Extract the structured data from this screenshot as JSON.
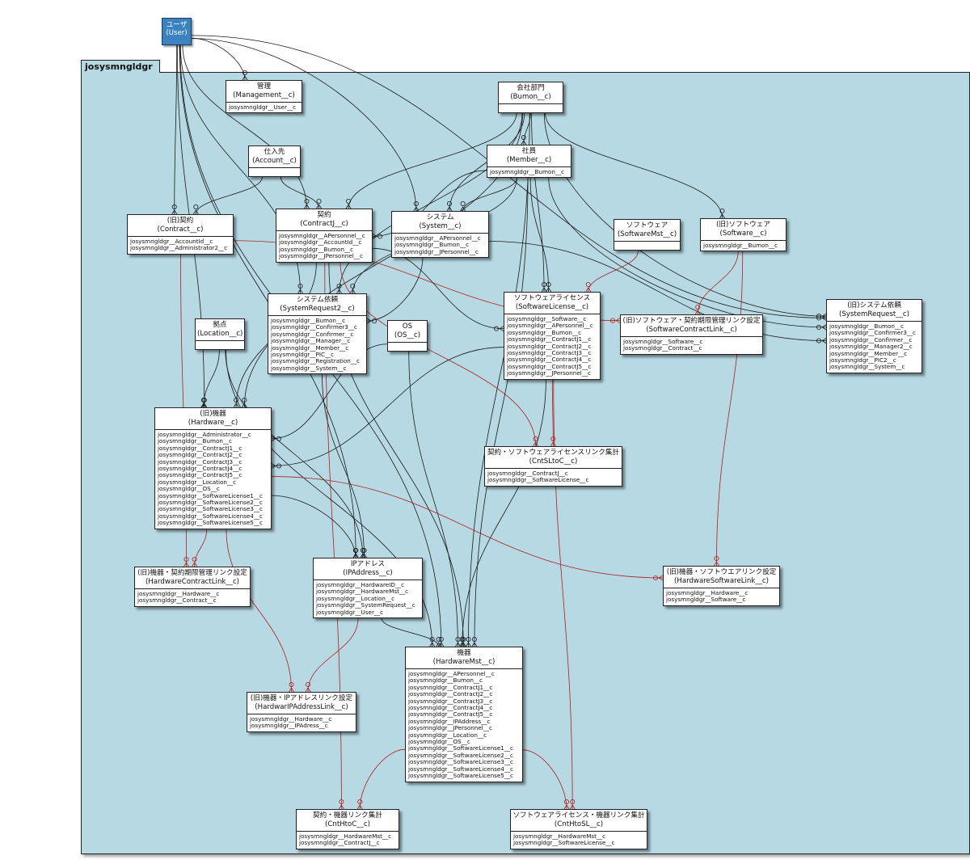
{
  "package": {
    "name": "josysmngldgr"
  },
  "user": {
    "title": "ユーザ",
    "api": "(User)"
  },
  "entities": [
    {
      "id": "management",
      "title": "管理",
      "api": "(Management__c)",
      "fields": [
        "josysmngldgr__User__c"
      ]
    },
    {
      "id": "bumon",
      "title": "会社部門",
      "api": "(Bumon__c)",
      "fields": []
    },
    {
      "id": "account",
      "title": "仕入先",
      "api": "(Account__c)",
      "fields": []
    },
    {
      "id": "member",
      "title": "社員",
      "api": "(Member__c)",
      "fields": [
        "josysmngldgr__Bumon__c"
      ]
    },
    {
      "id": "contract",
      "title": "(旧)契約",
      "api": "(Contract__c)",
      "fields": [
        "josysmngldgr__AccountId__c",
        "josysmngldgr__Administrator2__c"
      ]
    },
    {
      "id": "contractj",
      "title": "契約",
      "api": "(ContractJ__c)",
      "fields": [
        "josysmngldgr__APersonnel__c",
        "josysmngldgr__AccountId__c",
        "josysmngldgr__Bumon__c",
        "josysmngldgr__JPersonnel__c"
      ]
    },
    {
      "id": "system",
      "title": "システム",
      "api": "(System__c)",
      "fields": [
        "josysmngldgr__APersonnel__c",
        "josysmngldgr__Bumon__c",
        "josysmngldgr__JPersonnel__c"
      ]
    },
    {
      "id": "softwaremst",
      "title": "ソフトウェア",
      "api": "(SoftwareMst__c)",
      "fields": []
    },
    {
      "id": "software",
      "title": "(旧)ソフトウェア",
      "api": "(Software__c)",
      "fields": [
        "josysmngldgr__Bumon__c"
      ]
    },
    {
      "id": "systemrequest2",
      "title": "システム依頼",
      "api": "(SystemRequest2__c)",
      "fields": [
        "josysmngldgr__Bumon__c",
        "josysmngldgr__Confirmer3__c",
        "josysmngldgr__Confirmer__c",
        "josysmngldgr__Manager__c",
        "josysmngldgr__Member__c",
        "josysmngldgr__PIC__c",
        "josysmngldgr__Registration__c",
        "josysmngldgr__System__c"
      ]
    },
    {
      "id": "softwarelicense",
      "title": "ソフトウェアライセンス",
      "api": "(SoftwareLicense__c)",
      "fields": [
        "josysmngldgr__Software__c",
        "josysmngldgr__APersonnel__c",
        "josysmngldgr__Bumon__c",
        "josysmngldgr__ContractJ1__c",
        "josysmngldgr__ContractJ2__c",
        "josysmngldgr__ContractJ3__c",
        "josysmngldgr__ContractJ4__c",
        "josysmngldgr__ContractJ5__c",
        "josysmngldgr__JPersonnel__c"
      ]
    },
    {
      "id": "softwarecontractlink",
      "title": "(旧)ソフトウェア・契約期限管理リンク設定",
      "api": "(SoftwareContractLink__c)",
      "fields": [
        "josysmngldgr__Software__c",
        "josysmngldgr__Contract__c"
      ]
    },
    {
      "id": "systemrequest",
      "title": "(旧)システム依頼",
      "api": "(SystemRequest__c)",
      "fields": [
        "josysmngldgr__Bumon__c",
        "josysmngldgr__Confirmer3__c",
        "josysmngldgr__Confirmer__c",
        "josysmngldgr__Manager2__c",
        "josysmngldgr__Member__c",
        "josysmngldgr__PIC2__c",
        "josysmngldgr__System__c"
      ]
    },
    {
      "id": "location",
      "title": "拠点",
      "api": "(Location__c)",
      "fields": []
    },
    {
      "id": "os",
      "title": "OS",
      "api": "(OS__c)",
      "fields": []
    },
    {
      "id": "hardware",
      "title": "(旧)機器",
      "api": "(Hardware__c)",
      "fields": [
        "josysmngldgr__Administrator__c",
        "josysmngldgr__Bumon__c",
        "josysmngldgr__ContractJ1__c",
        "josysmngldgr__ContractJ2__c",
        "josysmngldgr__ContractJ3__c",
        "josysmngldgr__ContractJ4__c",
        "josysmngldgr__ContractJ5__c",
        "josysmngldgr__Location__c",
        "josysmngldgr__OS__c",
        "josysmngldgr__SoftwareLicense1__c",
        "josysmngldgr__SoftwareLicense2__c",
        "josysmngldgr__SoftwareLicense3__c",
        "josysmngldgr__SoftwareLicense4__c",
        "josysmngldgr__SoftwareLicense5__c"
      ]
    },
    {
      "id": "cntslto",
      "title": "契約・ソフトウェアライセンスリンク集計",
      "api": "(CntSLtoC__c)",
      "fields": [
        "josysmngldgr__ContractJ__c",
        "josysmngldgr__SoftwareLicense__c"
      ]
    },
    {
      "id": "hardwarecontractlink",
      "title": "(旧)機器・契約期限管理リンク設定",
      "api": "(HardwareContractLink__c)",
      "fields": [
        "josysmngldgr__Hardware__c",
        "josysmngldgr__Contract__c"
      ]
    },
    {
      "id": "ipaddress",
      "title": "IPアドレス",
      "api": "(IPAddress__c)",
      "fields": [
        "josysmngldgr__HardwareID__c",
        "josysmngldgr__HardwareMst__c",
        "josysmngldgr__Location__c",
        "josysmngldgr__SystemRequest__c",
        "josysmngldgr__User__c"
      ]
    },
    {
      "id": "hardwaresoftwarelink",
      "title": "(旧)機器・ソフトウエアリンク設定",
      "api": "(HardwareSoftwareLink__c)",
      "fields": [
        "josysmngldgr__Hardware__c",
        "josysmngldgr__Software__c"
      ]
    },
    {
      "id": "hardwaremst",
      "title": "機器",
      "api": "(HardwareMst__c)",
      "fields": [
        "josysmngldgr__APersonnel__c",
        "josysmngldgr__Bumon__c",
        "josysmngldgr__ContractJ1__c",
        "josysmngldgr__ContractJ2__c",
        "josysmngldgr__ContractJ3__c",
        "josysmngldgr__ContractJ4__c",
        "josysmngldgr__ContractJ5__c",
        "josysmngldgr__IPAddress__c",
        "josysmngldgr__JPersonnel__c",
        "josysmngldgr__Location__c",
        "josysmngldgr__OS__c",
        "josysmngldgr__SoftwareLicense1__c",
        "josysmngldgr__SoftwareLicense2__c",
        "josysmngldgr__SoftwareLicense3__c",
        "josysmngldgr__SoftwareLicense4__c",
        "josysmngldgr__SoftwareLicense5__c"
      ]
    },
    {
      "id": "hardwareiplink",
      "title": "(旧)機器・IPアドレスリンク設定",
      "api": "(HardwarIPAddressLink__c)",
      "fields": [
        "josysmngldgr__Hardware__c",
        "josysmngldgr__IPAdress__c"
      ]
    },
    {
      "id": "cnthtoc",
      "title": "契約・機器リンク集計",
      "api": "(CntHtoC__c)",
      "fields": [
        "josysmngldgr__HardwareMst__c",
        "josysmngldgr__ContractJ__c"
      ]
    },
    {
      "id": "cnthtosl",
      "title": "ソフトウェアライセンス・機器リンク集計",
      "api": "(CntHtoSL__c)",
      "fields": [
        "josysmngldgr__HardwareMst__c",
        "josysmngldgr__SoftwareLicense__c"
      ]
    }
  ],
  "relations": [
    {
      "from": "user",
      "to": "management",
      "color": "black"
    },
    {
      "from": "user",
      "to": "contract",
      "color": "black"
    },
    {
      "from": "user",
      "to": "contractj",
      "color": "black"
    },
    {
      "from": "user",
      "to": "system",
      "color": "black"
    },
    {
      "from": "user",
      "to": "systemrequest2",
      "color": "black"
    },
    {
      "from": "user",
      "to": "hardware",
      "color": "black"
    },
    {
      "from": "user",
      "to": "ipaddress",
      "color": "black"
    },
    {
      "from": "user",
      "to": "systemrequest",
      "color": "black"
    },
    {
      "from": "user",
      "to": "hardwaremst",
      "color": "black"
    },
    {
      "from": "bumon",
      "to": "member",
      "color": "black"
    },
    {
      "from": "bumon",
      "to": "contractj",
      "color": "black"
    },
    {
      "from": "bumon",
      "to": "system",
      "color": "black"
    },
    {
      "from": "bumon",
      "to": "software",
      "color": "black"
    },
    {
      "from": "bumon",
      "to": "systemrequest2",
      "color": "black"
    },
    {
      "from": "bumon",
      "to": "softwarelicense",
      "color": "black"
    },
    {
      "from": "bumon",
      "to": "systemrequest",
      "color": "black"
    },
    {
      "from": "bumon",
      "to": "hardware",
      "color": "black"
    },
    {
      "from": "bumon",
      "to": "hardwaremst",
      "color": "black"
    },
    {
      "from": "account",
      "to": "contract",
      "color": "black"
    },
    {
      "from": "account",
      "to": "contractj",
      "color": "black"
    },
    {
      "from": "member",
      "to": "contractj",
      "color": "black"
    },
    {
      "from": "member",
      "to": "system",
      "color": "black"
    },
    {
      "from": "member",
      "to": "systemrequest2",
      "color": "black"
    },
    {
      "from": "member",
      "to": "softwarelicense",
      "color": "black"
    },
    {
      "from": "member",
      "to": "systemrequest",
      "color": "black"
    },
    {
      "from": "member",
      "to": "hardwaremst",
      "color": "black"
    },
    {
      "from": "contract",
      "to": "softwarecontractlink",
      "color": "red"
    },
    {
      "from": "contract",
      "to": "hardwarecontractlink",
      "color": "red"
    },
    {
      "from": "contractj",
      "to": "softwarelicense",
      "color": "black"
    },
    {
      "from": "contractj",
      "to": "hardware",
      "color": "black"
    },
    {
      "from": "contractj",
      "to": "hardwaremst",
      "color": "black"
    },
    {
      "from": "contractj",
      "to": "cntslto",
      "color": "red"
    },
    {
      "from": "contractj",
      "to": "cnthtoc",
      "color": "red"
    },
    {
      "from": "system",
      "to": "systemrequest2",
      "color": "black"
    },
    {
      "from": "system",
      "to": "systemrequest",
      "color": "black"
    },
    {
      "from": "softwaremst",
      "to": "softwarelicense",
      "color": "red"
    },
    {
      "from": "software",
      "to": "softwarecontractlink",
      "color": "red"
    },
    {
      "from": "software",
      "to": "hardwaresoftwarelink",
      "color": "red"
    },
    {
      "from": "systemrequest2",
      "to": "ipaddress",
      "color": "black"
    },
    {
      "from": "softwarelicense",
      "to": "hardware",
      "color": "black"
    },
    {
      "from": "softwarelicense",
      "to": "hardwaremst",
      "color": "black"
    },
    {
      "from": "softwarelicense",
      "to": "cntslto",
      "color": "red"
    },
    {
      "from": "softwarelicense",
      "to": "cnthtosl",
      "color": "red"
    },
    {
      "from": "location",
      "to": "hardware",
      "color": "black"
    },
    {
      "from": "location",
      "to": "ipaddress",
      "color": "black"
    },
    {
      "from": "location",
      "to": "hardwaremst",
      "color": "black"
    },
    {
      "from": "os",
      "to": "hardware",
      "color": "black"
    },
    {
      "from": "os",
      "to": "hardwaremst",
      "color": "black"
    },
    {
      "from": "hardware",
      "to": "ipaddress",
      "color": "black"
    },
    {
      "from": "hardware",
      "to": "hardwarecontractlink",
      "color": "red"
    },
    {
      "from": "hardware",
      "to": "hardwaresoftwarelink",
      "color": "red"
    },
    {
      "from": "hardware",
      "to": "hardwareiplink",
      "color": "red"
    },
    {
      "from": "ipaddress",
      "to": "hardwaremst",
      "color": "black"
    },
    {
      "from": "ipaddress",
      "to": "hardwareiplink",
      "color": "red"
    },
    {
      "from": "hardwaremst",
      "to": "cnthtoc",
      "color": "red"
    },
    {
      "from": "hardwaremst",
      "to": "cnthtosl",
      "color": "red"
    }
  ]
}
